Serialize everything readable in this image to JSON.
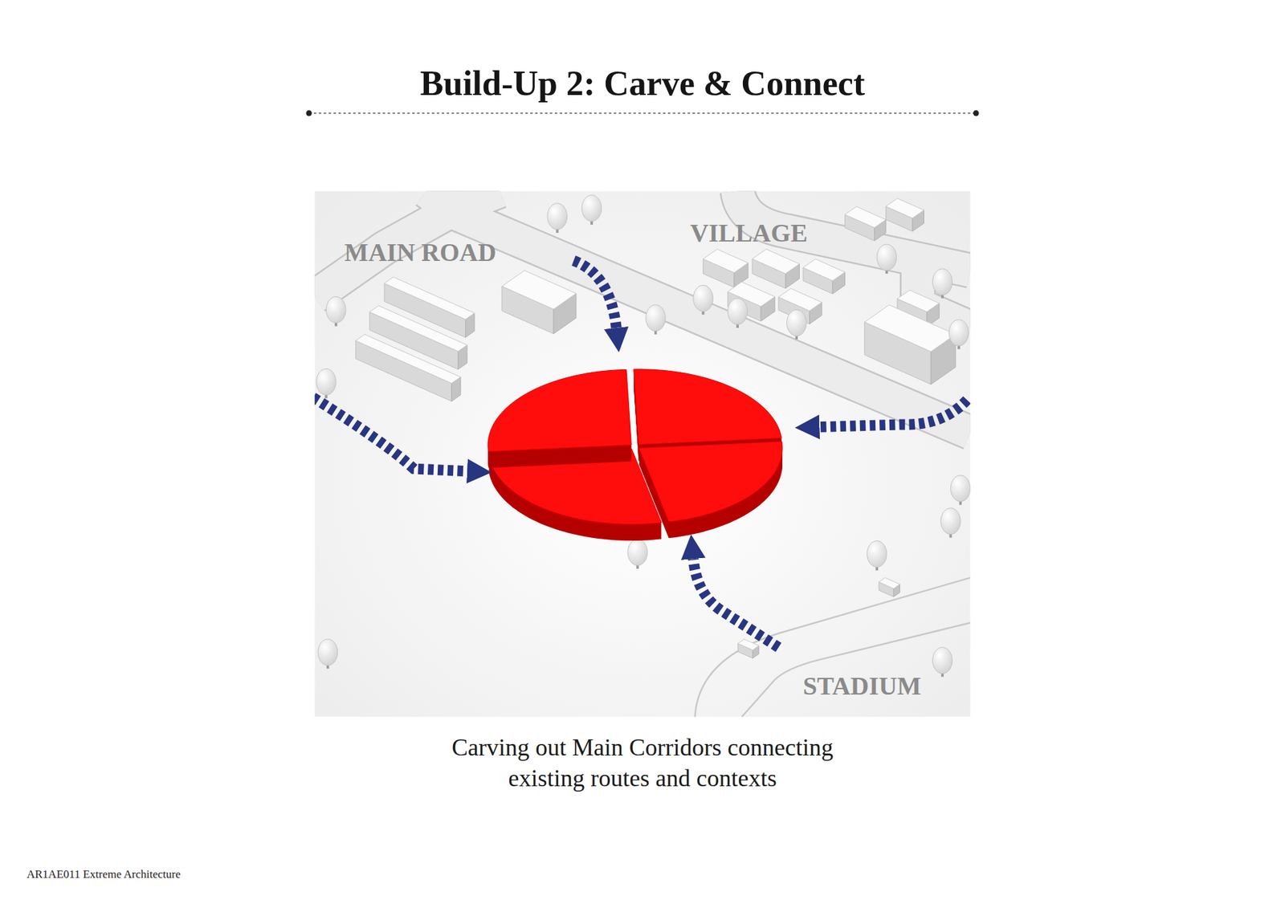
{
  "diagram": {
    "title": "Build-Up 2: Carve & Connect",
    "caption": "Carving out Main Corridors connecting existing routes and contexts",
    "labels": [
      "MAIN ROAD",
      "VILLAGE",
      "STADIUM",
      "AR1AE011 Extreme Architecture"
    ]
  }
}
